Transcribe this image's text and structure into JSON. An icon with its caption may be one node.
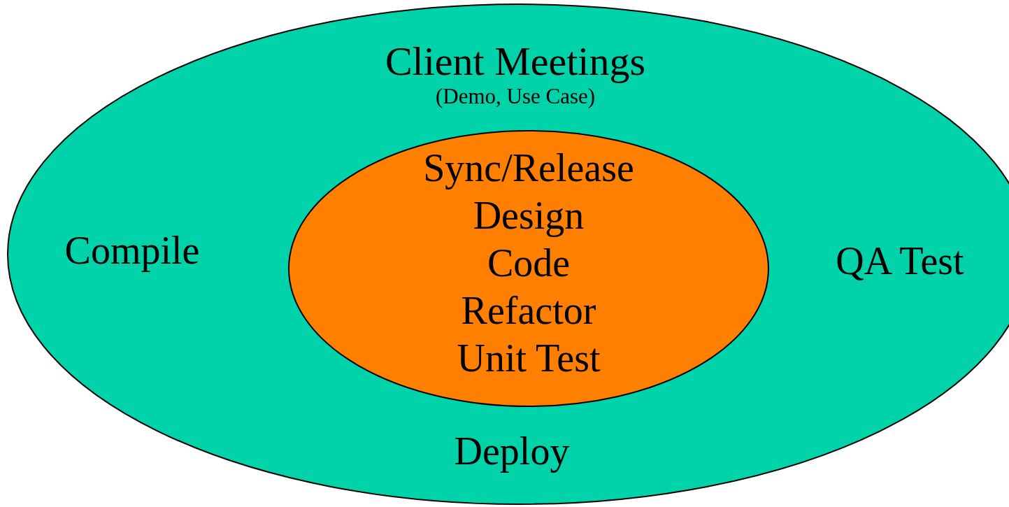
{
  "diagram": {
    "nodes": [
      {
        "text": [
          "Client Meetings",
          "(Demo, Use Case)",
          "Compile",
          "QA Test",
          "Deploy"
        ]
      },
      {
        "text": [
          "Sync/Release",
          "Design",
          "Code",
          "Refactor",
          "Unit Test"
        ],
        "in": 0
      }
    ]
  }
}
